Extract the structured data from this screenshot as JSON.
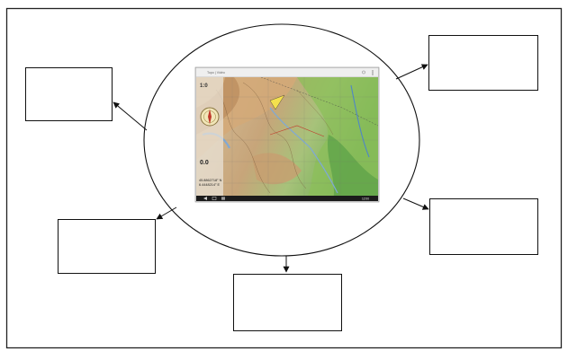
{
  "screen": {
    "app_title": "Topo | Vidéo",
    "scale_label": "1:0",
    "altitude_label": "0.0",
    "coordinates": [
      "45.8862718° N",
      "6.4448214° E"
    ],
    "nav_icons": [
      "back-icon",
      "home-icon",
      "recent-apps-icon"
    ],
    "status_text": "12:00"
  },
  "colors": {
    "border": "#222222",
    "line": "#111111",
    "map_forest": "#8cbf5a",
    "map_terrain": "#c99a6a",
    "map_water": "#7fa9d6",
    "screen_bar": "#1b1b1b"
  },
  "callout_boxes": [
    "top-left",
    "top-right",
    "middle-left",
    "middle-right",
    "bottom-center"
  ]
}
